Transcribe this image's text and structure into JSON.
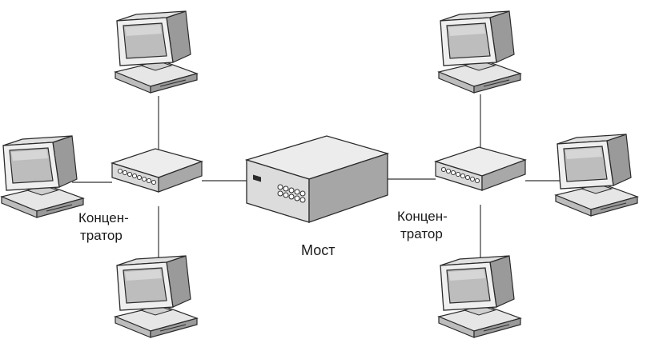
{
  "labels": {
    "hub_left_line1": "Концен-",
    "hub_left_line2": "тратор",
    "bridge": "Мост",
    "hub_right_line1": "Концен-",
    "hub_right_line2": "тратор"
  },
  "colors": {
    "background": "#ffffff",
    "line": "#555555",
    "device_light": "#f2f2f2",
    "device_mid": "#cfcfcf",
    "device_dark": "#9a9a9a",
    "screen": "#bdbdbd",
    "outline": "#2b2b2b"
  }
}
